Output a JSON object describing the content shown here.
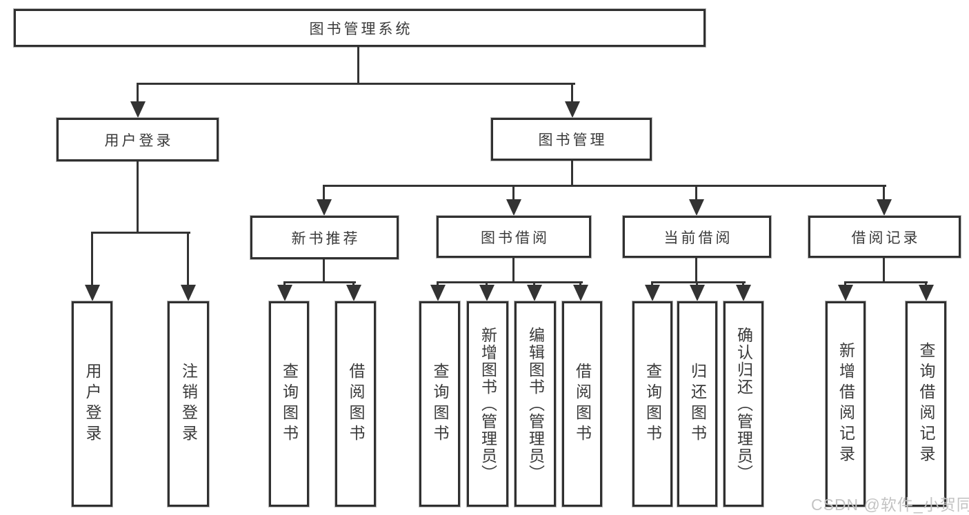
{
  "diagram": {
    "type": "hierarchy-tree",
    "root": {
      "label": "图书管理系统"
    },
    "branches": {
      "user": {
        "label": "用户登录",
        "children": [
          "用户登录",
          "注销登录"
        ]
      },
      "book": {
        "label": "图书管理",
        "sections": [
          {
            "label": "新书推荐",
            "children": [
              "查询图书",
              "借阅图书"
            ]
          },
          {
            "label": "图书借阅",
            "children": [
              "查询图书",
              "新增图书（管理员）",
              "编辑图书（管理员）",
              "借阅图书"
            ]
          },
          {
            "label": "当前借阅",
            "children": [
              "查询图书",
              "归还图书",
              "确认归还（管理员）"
            ]
          },
          {
            "label": "借阅记录",
            "children": [
              "新增借阅记录",
              "查询借阅记录"
            ]
          }
        ]
      }
    }
  },
  "colors": {
    "line": "#333333",
    "border": "#303030",
    "text": "#3a3a3a",
    "background": "#ffffff",
    "watermark": "#c3c3c3"
  },
  "watermark": {
    "text": "CSDN @软件_小贺同学"
  }
}
